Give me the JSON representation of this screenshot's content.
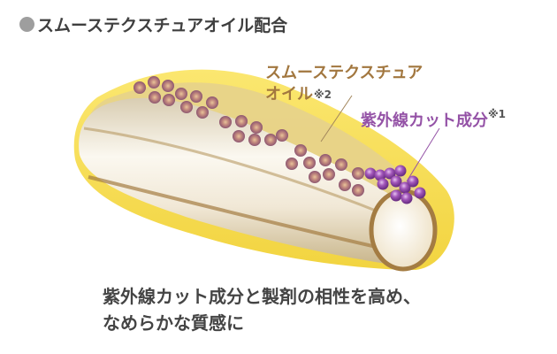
{
  "heading": {
    "bullet": "gray-circle",
    "title": "スムーステクスチュアオイル配合"
  },
  "labels": {
    "oil": {
      "line1": "スムーステクスチュア",
      "line2": "オイル",
      "note": "※2",
      "color": "#a2773f"
    },
    "uv": {
      "text": "紫外線カット成分",
      "note": "※1",
      "color": "#9452a6"
    }
  },
  "caption": {
    "line1": "紫外線カット成分と製剤の相性を高め、",
    "line2": "なめらかな質感に"
  },
  "illustration": {
    "subject": "hair-strand-cross-section",
    "colors": {
      "coating": "#f5dd55",
      "layer": "#e8d28a",
      "core": "#f4eee0",
      "outline": "#a47c42",
      "oil_particle": "#b67a86",
      "uv_particle": "#8e4aa6"
    }
  }
}
